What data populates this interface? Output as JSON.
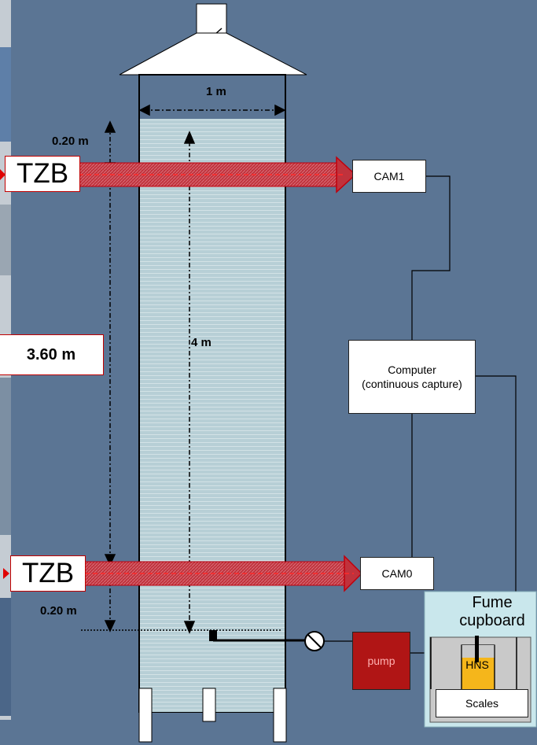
{
  "labels": {
    "width": "1 m",
    "top_offset": "0.20 m",
    "bottom_offset": "0.20 m",
    "tzb_separation": "3.60 m",
    "height": "4 m"
  },
  "tzb_top": "TZB",
  "tzb_bottom": "TZB",
  "cam1": "CAM1",
  "cam0": "CAM0",
  "computer": "Computer (continuous capture)",
  "pump": "pump",
  "fume_cupboard": "Fume cupboard",
  "hns": "HNS",
  "scales": "Scales",
  "colors": {
    "background": "#5b7594",
    "water": "#b7cfd6",
    "beam": "#c0323c",
    "pump": "#b01515",
    "cupboard": "#c9e7ec",
    "hns": "#f5b61b"
  }
}
